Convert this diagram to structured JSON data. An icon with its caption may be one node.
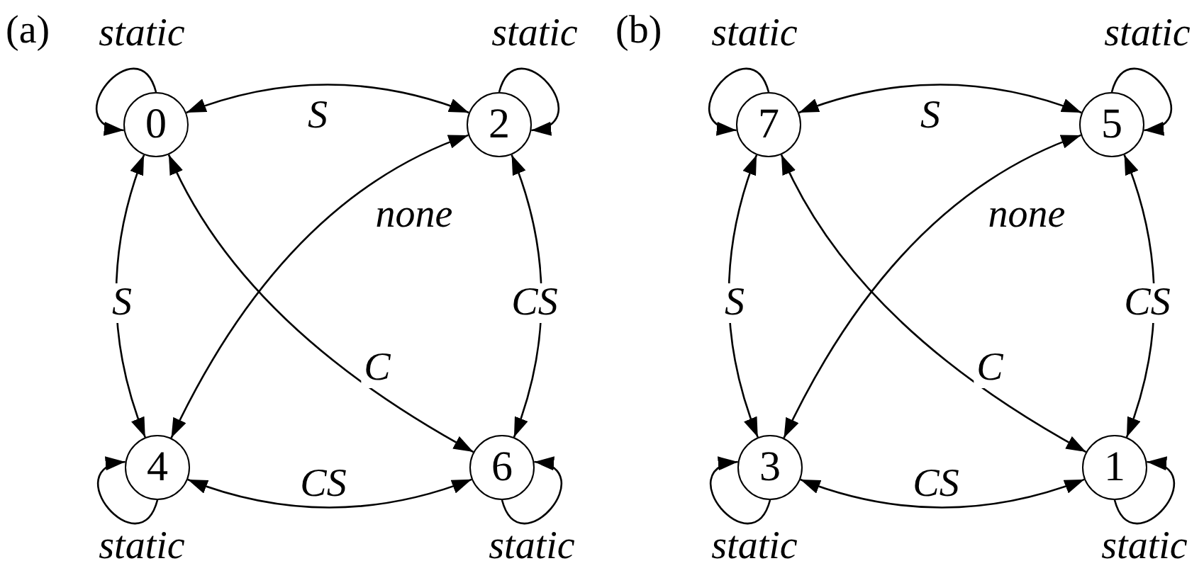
{
  "diagram": {
    "nodes": [
      {
        "text": [
          "0"
        ]
      },
      {
        "text": [
          "2"
        ]
      },
      {
        "text": [
          "4"
        ]
      },
      {
        "text": [
          "6"
        ]
      },
      {
        "text": [
          "7"
        ]
      },
      {
        "text": [
          "5"
        ]
      },
      {
        "text": [
          "3"
        ]
      },
      {
        "text": [
          "1"
        ]
      }
    ],
    "edges": [
      {
        "from": 0,
        "to": 0,
        "arrow": "to",
        "label": "static"
      },
      {
        "from": 1,
        "to": 1,
        "arrow": "to",
        "label": "static"
      },
      {
        "from": 2,
        "to": 2,
        "arrow": "to",
        "label": "static"
      },
      {
        "from": 3,
        "to": 3,
        "arrow": "to",
        "label": "static"
      },
      {
        "from": 0,
        "to": 1,
        "arrow": "both",
        "label": "S"
      },
      {
        "from": 0,
        "to": 2,
        "arrow": "both",
        "label": "S"
      },
      {
        "from": 1,
        "to": 3,
        "arrow": "both",
        "label": "CS"
      },
      {
        "from": 2,
        "to": 3,
        "arrow": "both",
        "label": "CS"
      },
      {
        "from": 0,
        "to": 3,
        "arrow": "both",
        "label": "C"
      },
      {
        "from": 1,
        "to": 2,
        "arrow": "both",
        "label": "none"
      },
      {
        "from": 4,
        "to": 4,
        "arrow": "to",
        "label": "static"
      },
      {
        "from": 5,
        "to": 5,
        "arrow": "to",
        "label": "static"
      },
      {
        "from": 6,
        "to": 6,
        "arrow": "to",
        "label": "static"
      },
      {
        "from": 7,
        "to": 7,
        "arrow": "to",
        "label": "static"
      },
      {
        "from": 4,
        "to": 5,
        "arrow": "both",
        "label": "S"
      },
      {
        "from": 4,
        "to": 6,
        "arrow": "both",
        "label": "S"
      },
      {
        "from": 5,
        "to": 7,
        "arrow": "both",
        "label": "CS"
      },
      {
        "from": 6,
        "to": 7,
        "arrow": "both",
        "label": "CS"
      },
      {
        "from": 4,
        "to": 7,
        "arrow": "both",
        "label": "C"
      },
      {
        "from": 5,
        "to": 6,
        "arrow": "both",
        "label": "none"
      }
    ],
    "labels": [
      "(a)",
      "(b)"
    ]
  }
}
